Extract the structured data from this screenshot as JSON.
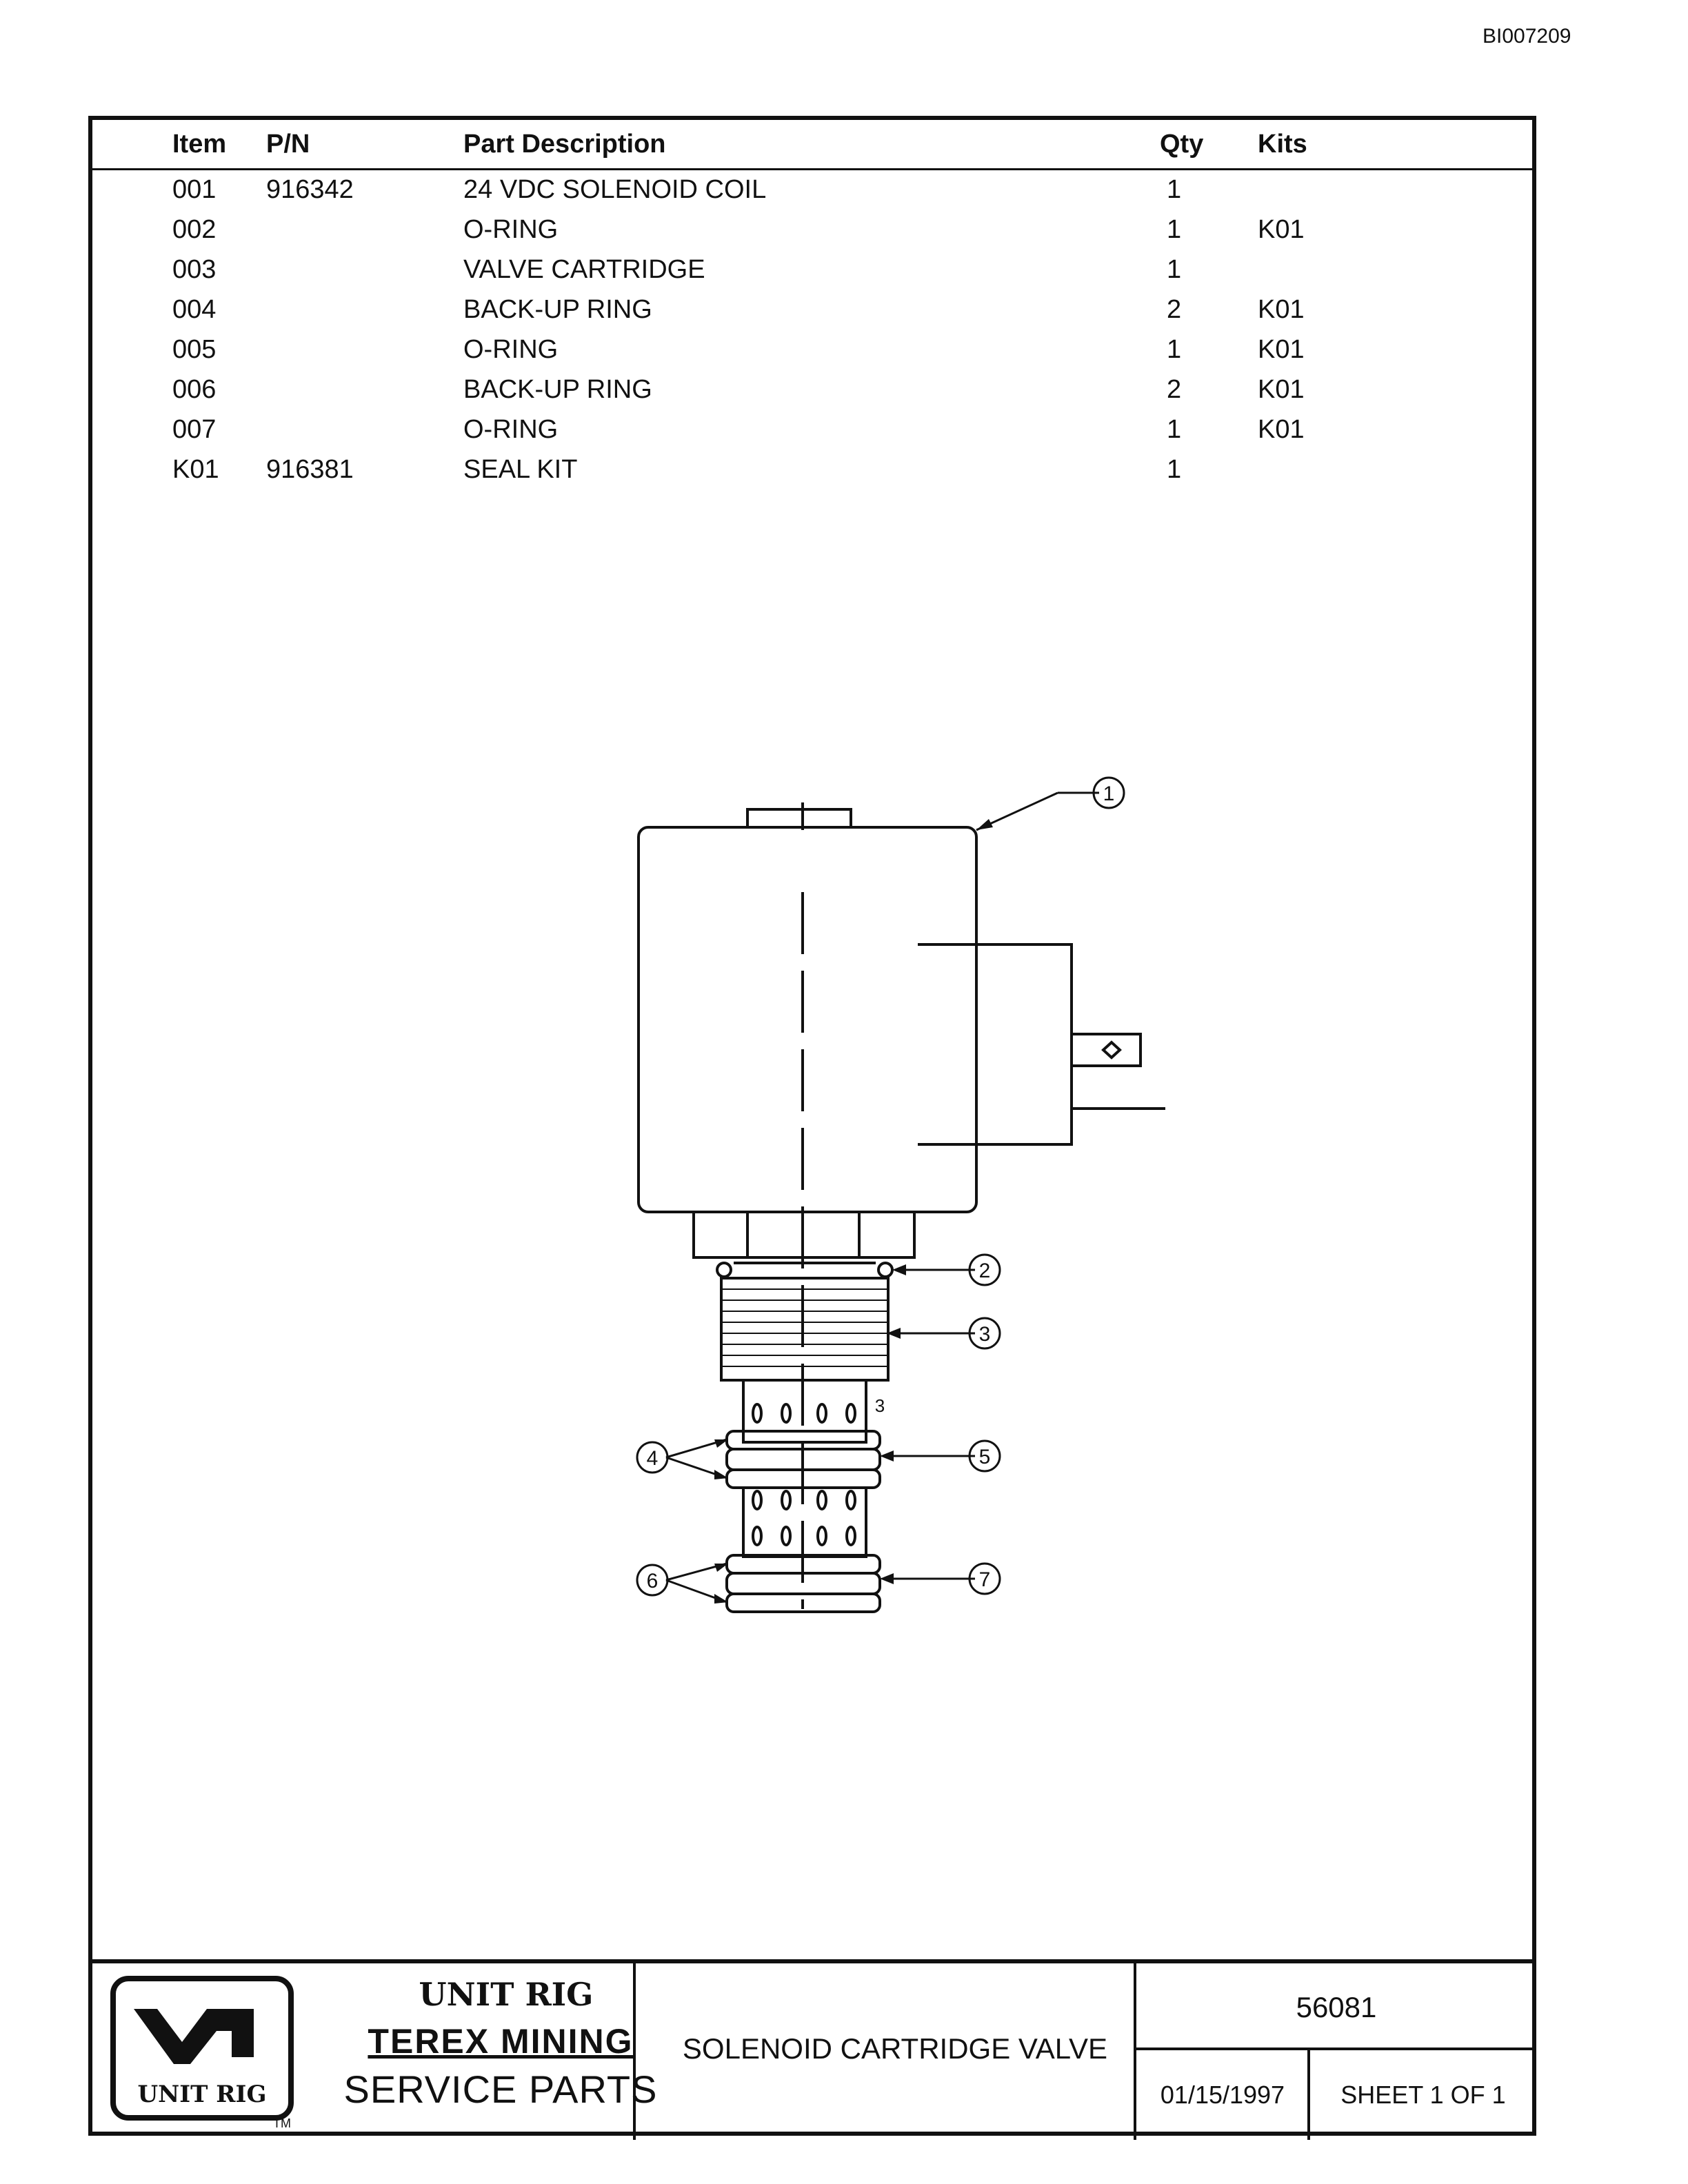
{
  "doc_id": "BI007209",
  "table": {
    "headers": {
      "item": "Item",
      "pn": "P/N",
      "desc": "Part Description",
      "qty": "Qty",
      "kits": "Kits"
    },
    "rows": [
      {
        "item": "001",
        "pn": "916342",
        "desc": "24 VDC SOLENOID COIL",
        "qty": "1",
        "kits": ""
      },
      {
        "item": "002",
        "pn": "",
        "desc": "O-RING",
        "qty": "1",
        "kits": "K01"
      },
      {
        "item": "003",
        "pn": "",
        "desc": "VALVE CARTRIDGE",
        "qty": "1",
        "kits": ""
      },
      {
        "item": "004",
        "pn": "",
        "desc": "BACK-UP RING",
        "qty": "2",
        "kits": "K01"
      },
      {
        "item": "005",
        "pn": "",
        "desc": "O-RING",
        "qty": "1",
        "kits": "K01"
      },
      {
        "item": "006",
        "pn": "",
        "desc": "BACK-UP RING",
        "qty": "2",
        "kits": "K01"
      },
      {
        "item": "007",
        "pn": "",
        "desc": "O-RING",
        "qty": "1",
        "kits": "K01"
      },
      {
        "item": "K01",
        "pn": "916381",
        "desc": "SEAL KIT",
        "qty": "1",
        "kits": ""
      }
    ]
  },
  "drawing": {
    "callouts": [
      "1",
      "2",
      "3",
      "4",
      "5",
      "6",
      "7"
    ],
    "side_note": "3"
  },
  "title_block": {
    "logo_text": "UNIT RIG",
    "logo_tm": "TM",
    "brand_line1": "UNIT RIG",
    "brand_line2": "TEREX MINING",
    "brand_line3": "SERVICE PARTS",
    "title": "SOLENOID CARTRIDGE VALVE",
    "number": "56081",
    "date": "01/15/1997",
    "sheet": "SHEET 1 OF 1"
  }
}
